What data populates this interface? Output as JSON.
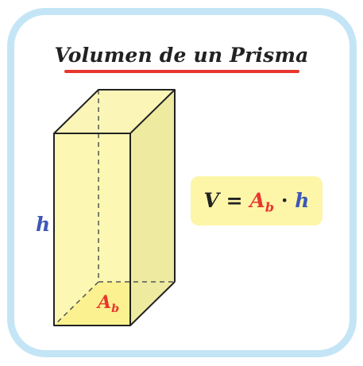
{
  "title": "Volumen de un Prisma",
  "labels": {
    "height_var": "h",
    "base_area_main": "A",
    "base_area_sub": "b"
  },
  "formula": {
    "lhs": "V",
    "equals": "=",
    "base_main": "A",
    "base_sub": "b",
    "times": "·",
    "height": "h"
  },
  "colors": {
    "frame": "#c4e5f5",
    "prism_fill": "#fbf6a4",
    "prism_side": "#eeeaa0",
    "base_fill": "#f7d31e",
    "edge": "#222222",
    "underline": "#e8362e",
    "height_label": "#3d57b8",
    "base_label": "#e8362e",
    "formula_box": "#fdf6a8"
  }
}
